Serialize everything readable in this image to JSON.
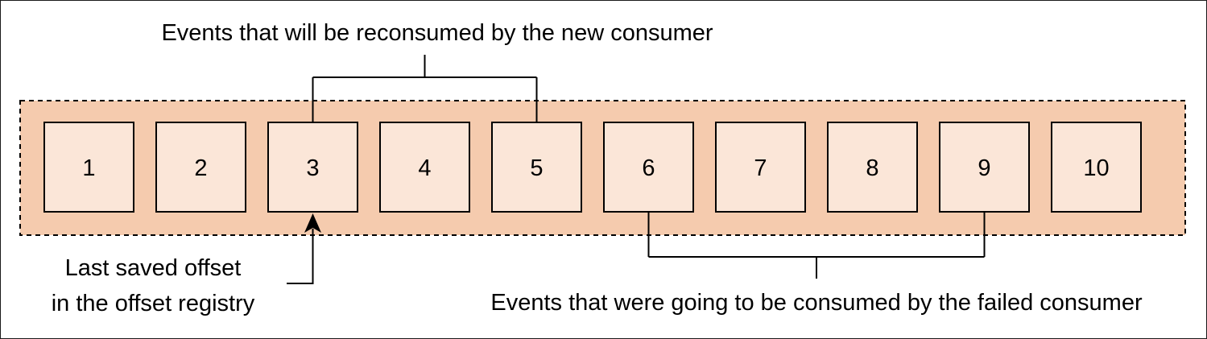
{
  "diagram": {
    "top_caption": "Events that will be reconsumed by the new consumer",
    "bottom_caption": "Events that were going to be consumed by the failed consumer",
    "offset_caption": [
      "Last saved offset",
      "in the offset registry"
    ],
    "events": [
      "1",
      "2",
      "3",
      "4",
      "5",
      "6",
      "7",
      "8",
      "9",
      "10"
    ],
    "reconsumed_range": [
      "3",
      "5"
    ],
    "failed_range": [
      "6",
      "9"
    ],
    "last_saved_offset": "3",
    "colors": {
      "log_fill": "#f5cbae",
      "event_fill": "#fbe6d8",
      "stroke": "#000000"
    }
  }
}
